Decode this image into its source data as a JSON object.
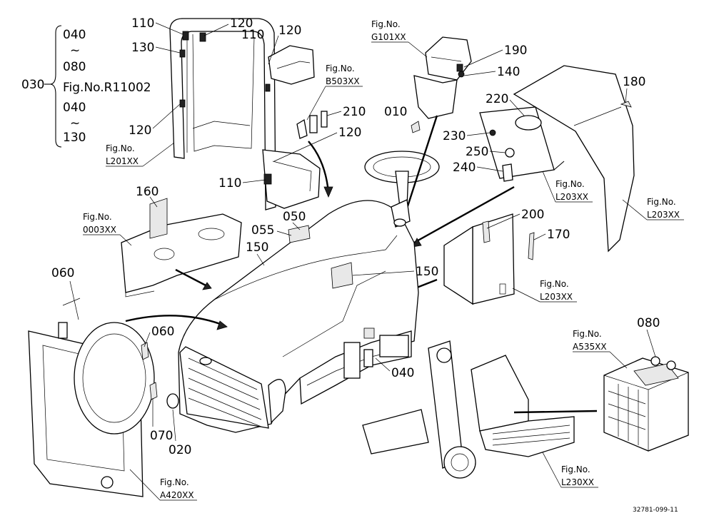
{
  "callouts": {
    "c030": "030",
    "c040a": "040",
    "c080a": "080",
    "tilde": "~",
    "figR": "Fig.No.R11002",
    "c040b": "040",
    "c130a": "130",
    "c110a": "110",
    "c120a": "120",
    "c110b": "110",
    "c120b": "120",
    "c130b": "130",
    "c120c": "120",
    "c120d": "120",
    "c110c": "110",
    "c210": "210",
    "c010": "010",
    "c190": "190",
    "c140": "140",
    "c180": "180",
    "c220": "220",
    "c230": "230",
    "c250": "250",
    "c240": "240",
    "c160": "160",
    "c050": "050",
    "c055": "055",
    "c150a": "150",
    "c150b": "150",
    "c200": "200",
    "c170": "170",
    "c060a": "060",
    "c060b": "060",
    "c070": "070",
    "c020": "020",
    "c040c": "040",
    "c080b": "080"
  },
  "figrefs": {
    "figno": "Fig.No.",
    "L201XX": "L201XX",
    "B503XX": "B503XX",
    "G101XX": "G101XX",
    "L203XX_a": "L203XX",
    "L203XX_b": "L203XX",
    "L203XX_c": "L203XX",
    "0003XX": "0003XX",
    "A535XX": "A535XX",
    "L230XX": "L230XX",
    "A420XX": "A420XX"
  },
  "footer": "32781-099-11"
}
